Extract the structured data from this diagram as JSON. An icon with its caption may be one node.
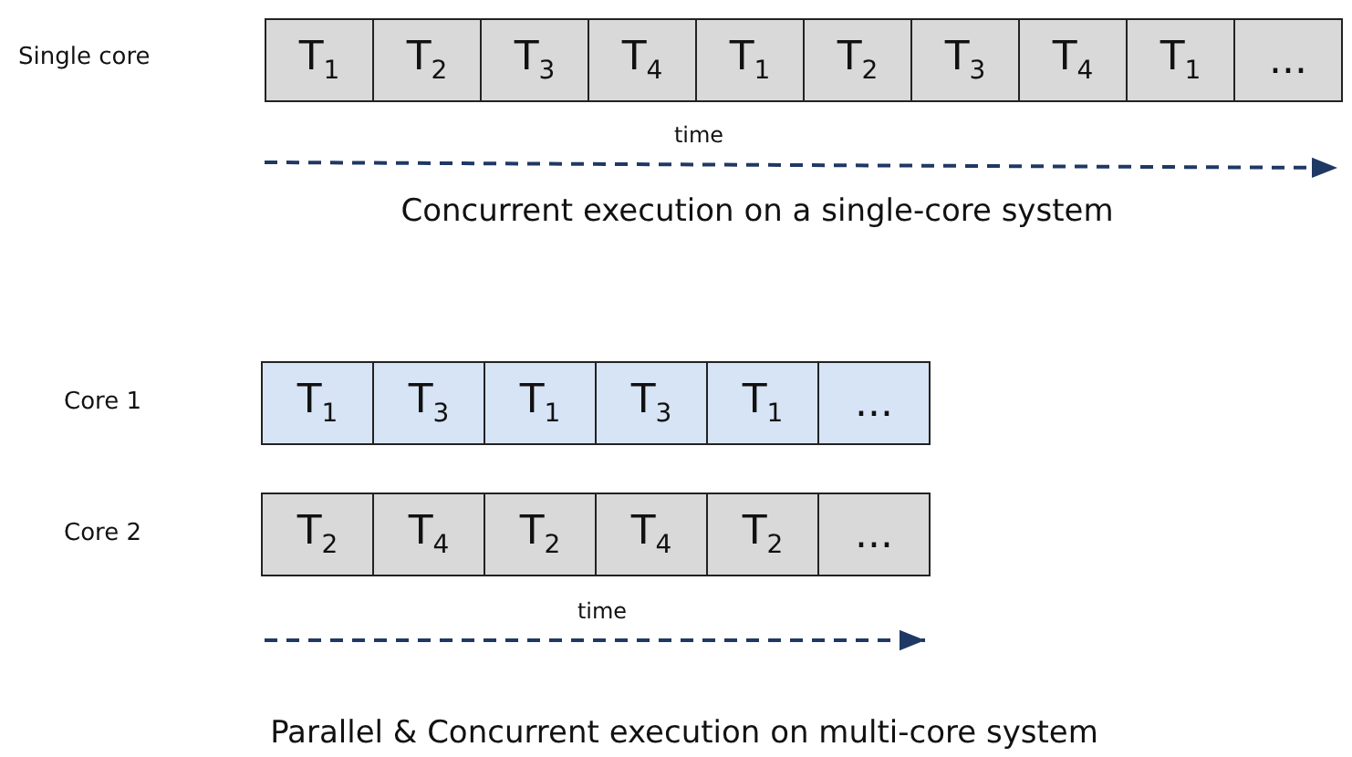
{
  "diagram": {
    "nodes": [
      {
        "text": [
          "T$_{1}$"
        ]
      },
      {
        "text": [
          "T$_{2}$"
        ]
      },
      {
        "text": [
          "T$_{3}$"
        ]
      },
      {
        "text": [
          "T$_{4}$"
        ]
      },
      {
        "text": [
          "T$_{1}$"
        ]
      },
      {
        "text": [
          "T$_{2}$"
        ]
      },
      {
        "text": [
          "T$_{3}$"
        ]
      },
      {
        "text": [
          "T$_{4}$"
        ]
      },
      {
        "text": [
          "T$_{1}$"
        ]
      },
      {
        "text": [
          "..."
        ]
      },
      {
        "text": [
          "T$_{1}$"
        ]
      },
      {
        "text": [
          "T$_{3}$"
        ]
      },
      {
        "text": [
          "T$_{1}$"
        ]
      },
      {
        "text": [
          "T$_{3}$"
        ]
      },
      {
        "text": [
          "T$_{1}$"
        ]
      },
      {
        "text": [
          "..."
        ]
      },
      {
        "text": [
          "T$_{2}$"
        ]
      },
      {
        "text": [
          "T$_{4}$"
        ]
      },
      {
        "text": [
          "T$_{2}$"
        ]
      },
      {
        "text": [
          "T$_{4}$"
        ]
      },
      {
        "text": [
          "T$_{2}$"
        ]
      },
      {
        "text": [
          "..."
        ]
      }
    ],
    "labels": [
      "Single core",
      "time",
      "Concurrent execution on a single-core system",
      "Core 1",
      "Core 2",
      "time",
      "Parallel & Concurrent execution on multi-core system"
    ]
  }
}
